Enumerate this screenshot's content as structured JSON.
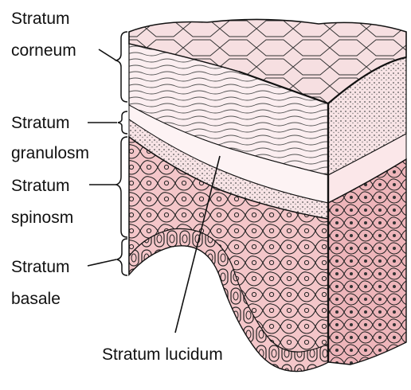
{
  "labels": {
    "corneum": [
      "Stratum",
      "corneum"
    ],
    "granulosm": [
      "Stratum",
      "granulosm"
    ],
    "spinosm": [
      "Stratum",
      "spinosm"
    ],
    "basale": [
      "Stratum",
      "basale"
    ],
    "lucidum": "Stratum lucidum"
  },
  "colors": {
    "pink": "#f4c6c9",
    "pink_dark": "#e9a9ae",
    "pale": "#fbe9ea",
    "ink": "#111111"
  }
}
